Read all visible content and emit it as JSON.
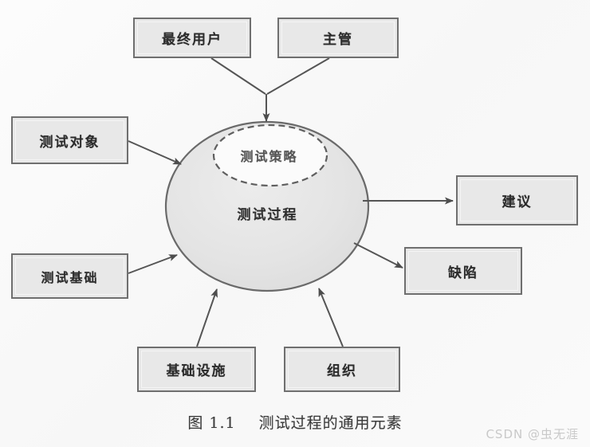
{
  "figure": {
    "caption_number": "图 1.1",
    "caption_text": "测试过程的通用元素",
    "watermark": "CSDN @虫无涯",
    "background_color": "#fdfdfd"
  },
  "diagram": {
    "type": "concept-diagram",
    "center": {
      "outer_label": "测试过程",
      "inner_label": "测试策略",
      "fill_color": "#e3e3e3",
      "stroke_color": "#6a6a6a",
      "inner_fill_color": "#fbfbfb",
      "inner_stroke_style": "dashed"
    },
    "nodes": [
      {
        "id": "end-user",
        "label": "最终用户",
        "role": "input",
        "position": "top-left"
      },
      {
        "id": "supervisor",
        "label": "主管",
        "role": "input",
        "position": "top-right"
      },
      {
        "id": "test-object",
        "label": "测试对象",
        "role": "input",
        "position": "left-upper"
      },
      {
        "id": "test-basis",
        "label": "测试基础",
        "role": "input",
        "position": "left-lower"
      },
      {
        "id": "infrastructure",
        "label": "基础设施",
        "role": "input",
        "position": "bottom-left"
      },
      {
        "id": "organization",
        "label": "组织",
        "role": "input",
        "position": "bottom-right"
      },
      {
        "id": "recommendation",
        "label": "建议",
        "role": "output",
        "position": "right-upper"
      },
      {
        "id": "defects",
        "label": "缺陷",
        "role": "output",
        "position": "right-lower"
      }
    ],
    "edges": [
      {
        "from": "end-user",
        "to": "test-process",
        "direction": "in"
      },
      {
        "from": "supervisor",
        "to": "test-process",
        "direction": "in"
      },
      {
        "from": "test-object",
        "to": "test-process",
        "direction": "in"
      },
      {
        "from": "test-basis",
        "to": "test-process",
        "direction": "in"
      },
      {
        "from": "infrastructure",
        "to": "test-process",
        "direction": "in"
      },
      {
        "from": "organization",
        "to": "test-process",
        "direction": "in"
      },
      {
        "from": "test-process",
        "to": "recommendation",
        "direction": "out"
      },
      {
        "from": "test-process",
        "to": "defects",
        "direction": "out"
      }
    ],
    "box_fill_color": "#e8e8e8",
    "box_stroke_color": "#6f6f6f",
    "arrow_color": "#555555"
  }
}
